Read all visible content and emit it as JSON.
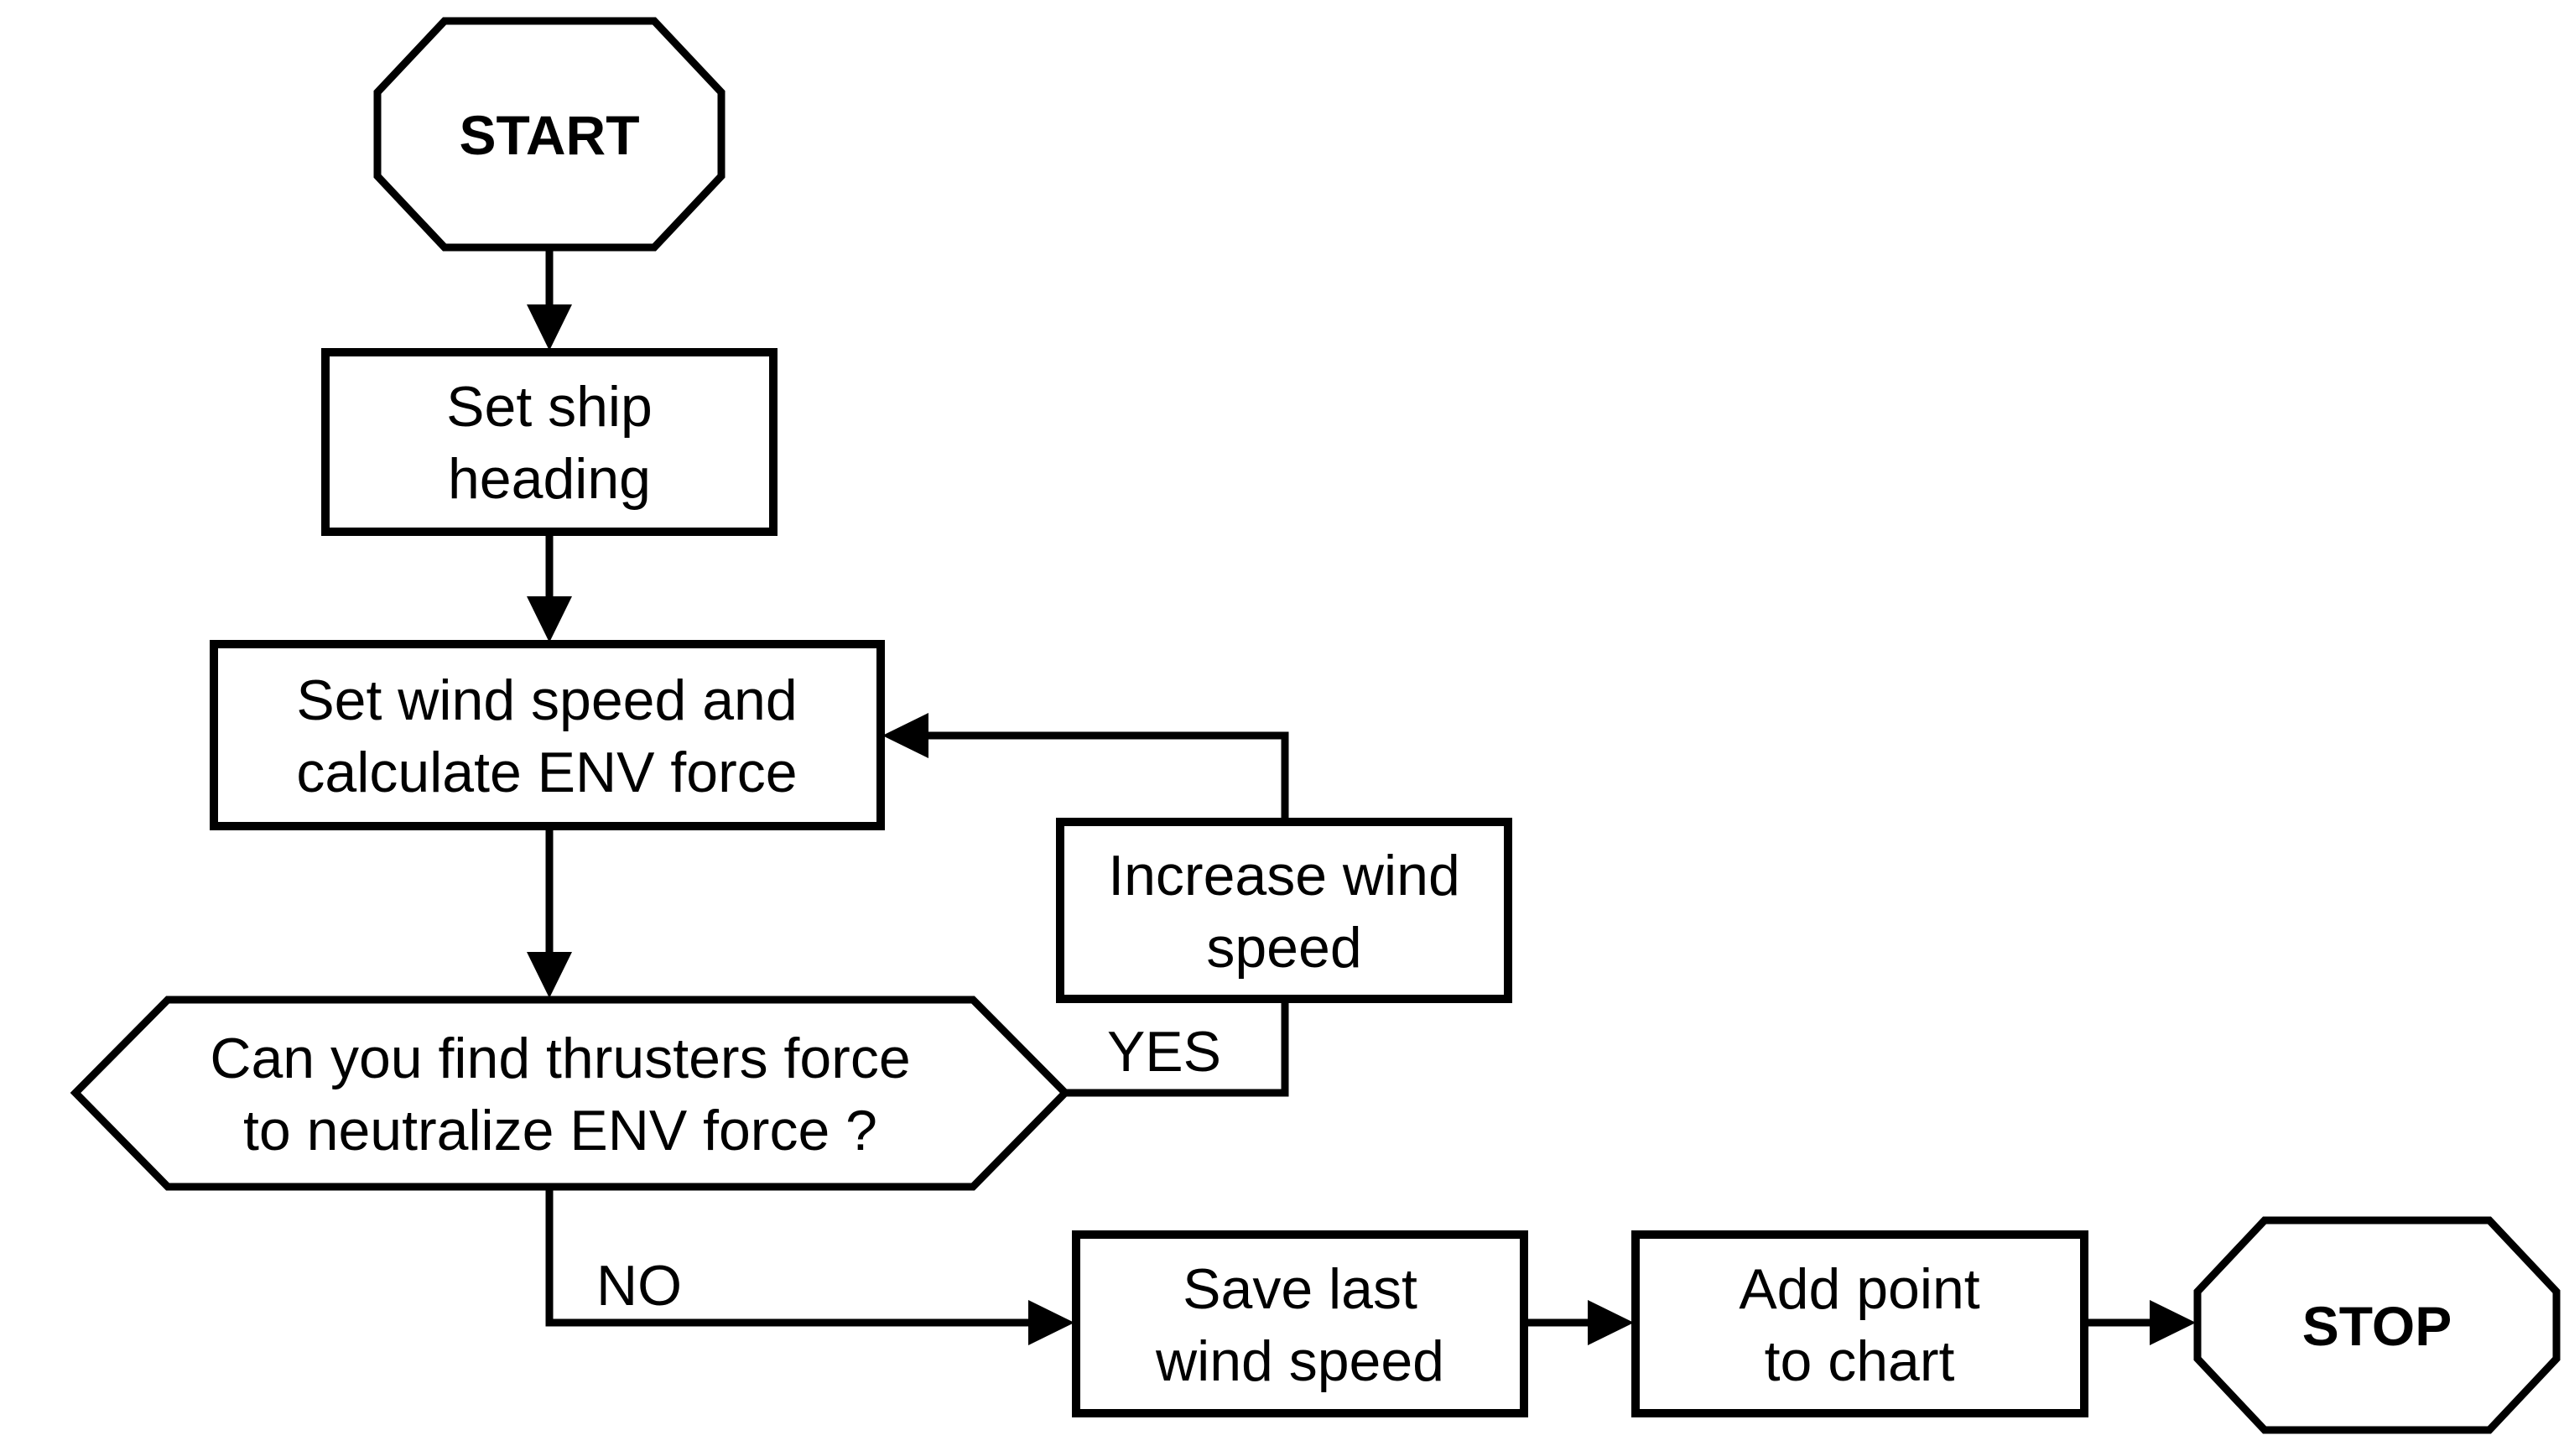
{
  "diagram": {
    "nodes": {
      "start": {
        "label": "START"
      },
      "set_heading": {
        "line1": "Set ship",
        "line2": "heading"
      },
      "set_wind": {
        "line1": "Set wind speed and",
        "line2": "calculate ENV force"
      },
      "decision": {
        "line1": "Can you find thrusters force",
        "line2": "to neutralize ENV force ?"
      },
      "increase_wind": {
        "line1": "Increase wind",
        "line2": "speed"
      },
      "save_wind": {
        "line1": "Save last",
        "line2": "wind speed"
      },
      "add_point": {
        "line1": "Add point",
        "line2": "to chart"
      },
      "stop": {
        "label": "STOP"
      }
    },
    "edges": {
      "yes_label": "YES",
      "no_label": "NO"
    },
    "colors": {
      "stroke": "#000000",
      "fill": "#ffffff",
      "text": "#000000",
      "background": "#ffffff"
    }
  }
}
